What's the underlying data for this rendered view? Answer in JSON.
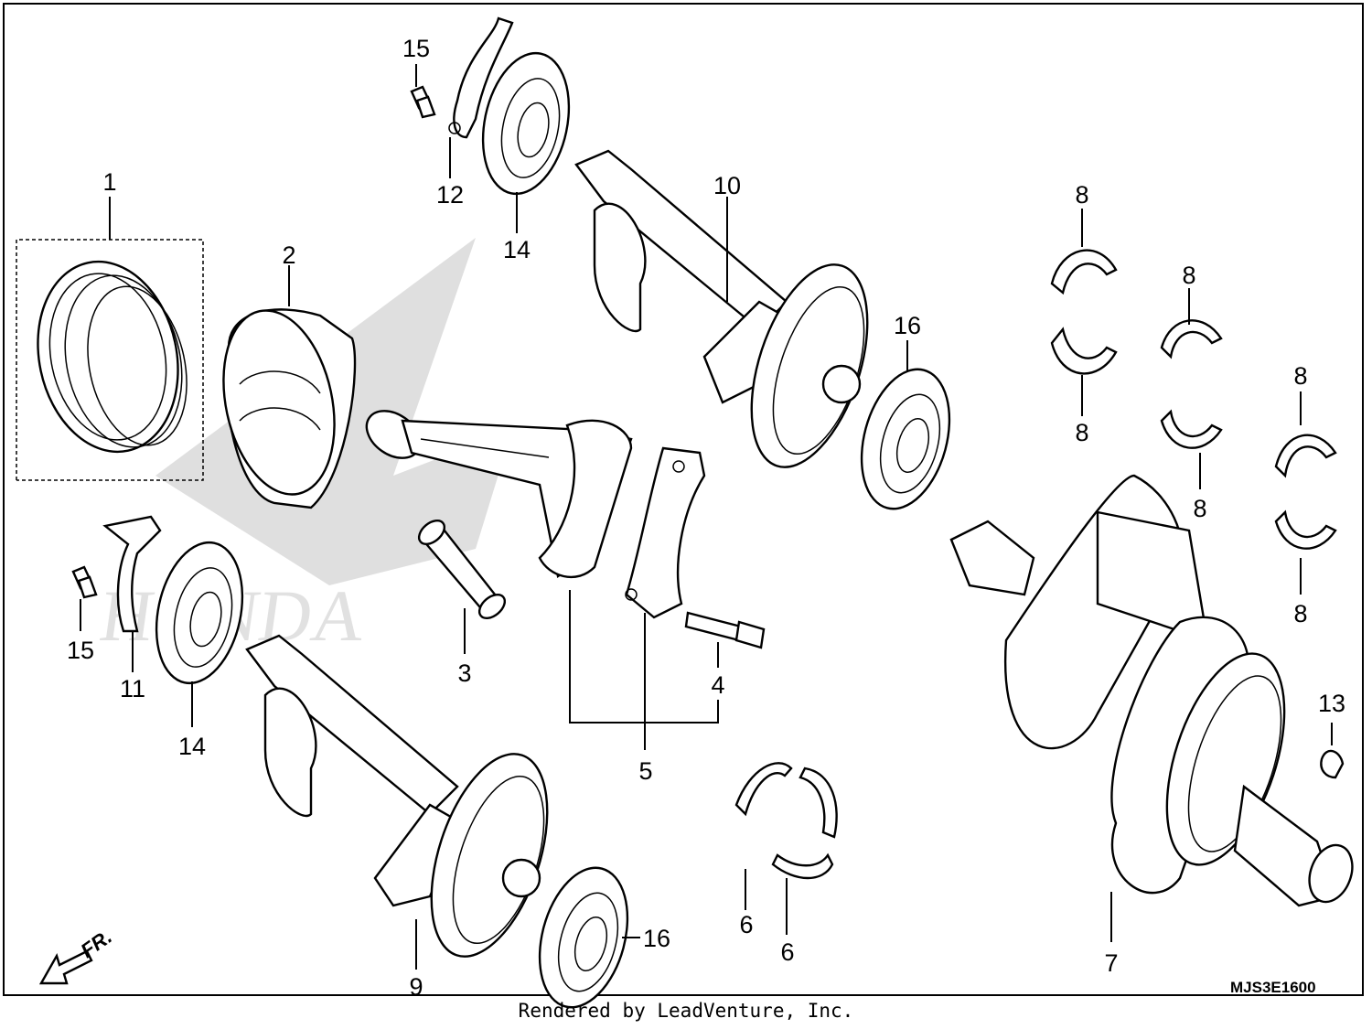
{
  "diagram": {
    "drawing_code": "MJS3E1600",
    "footer": "Rendered by LeadVenture, Inc.",
    "front_arrow_label": "FR.",
    "brand_watermark": "HONDA",
    "callouts": [
      {
        "id": "c1",
        "text": "1"
      },
      {
        "id": "c2",
        "text": "2"
      },
      {
        "id": "c3",
        "text": "3"
      },
      {
        "id": "c4",
        "text": "4"
      },
      {
        "id": "c5",
        "text": "5"
      },
      {
        "id": "c6a",
        "text": "6"
      },
      {
        "id": "c6b",
        "text": "6"
      },
      {
        "id": "c7",
        "text": "7"
      },
      {
        "id": "c8a",
        "text": "8"
      },
      {
        "id": "c8b",
        "text": "8"
      },
      {
        "id": "c8c",
        "text": "8"
      },
      {
        "id": "c8d",
        "text": "8"
      },
      {
        "id": "c8e",
        "text": "8"
      },
      {
        "id": "c8f",
        "text": "8"
      },
      {
        "id": "c9",
        "text": "9"
      },
      {
        "id": "c10",
        "text": "10"
      },
      {
        "id": "c11",
        "text": "11"
      },
      {
        "id": "c12",
        "text": "12"
      },
      {
        "id": "c13",
        "text": "13"
      },
      {
        "id": "c14a",
        "text": "14"
      },
      {
        "id": "c14b",
        "text": "14"
      },
      {
        "id": "c15a",
        "text": "15"
      },
      {
        "id": "c15b",
        "text": "15"
      },
      {
        "id": "c16a",
        "text": "16"
      },
      {
        "id": "c16b",
        "text": "16"
      }
    ]
  }
}
